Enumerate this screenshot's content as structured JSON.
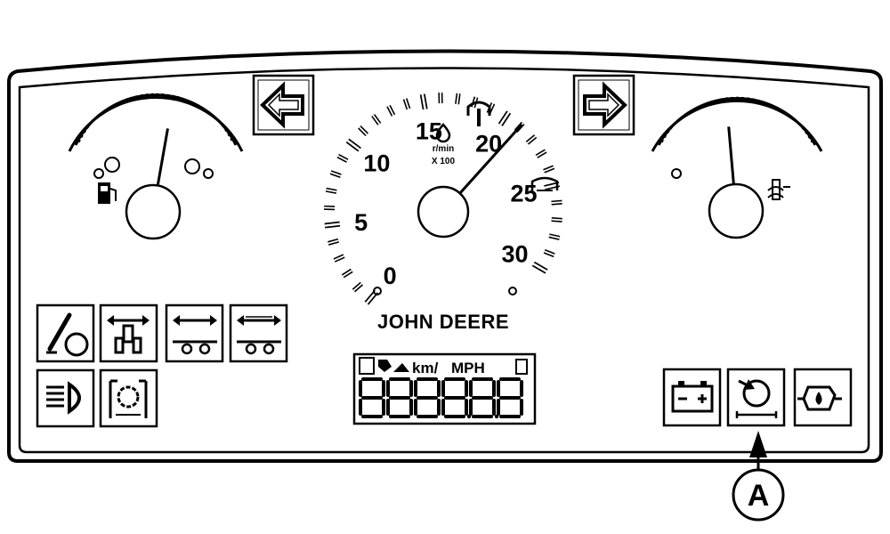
{
  "tachometer": {
    "scale_labels": [
      "0",
      "5",
      "10",
      "15",
      "20",
      "25",
      "30"
    ],
    "unit_rpm": "r/min",
    "unit_multiplier": "X 100",
    "brand": "JOHN DEERE",
    "reading": 21
  },
  "fuel_gauge": {
    "level": 0.6
  },
  "temperature_gauge": {
    "level": 0.45
  },
  "lcd": {
    "unit_km": "km/",
    "unit_mph": "MPH",
    "digits": "888888"
  },
  "callout": {
    "label": "A"
  },
  "icons": {
    "left_turn": "left-turn-arrow-icon",
    "right_turn": "right-turn-arrow-icon",
    "fuel": "fuel-pump-icon",
    "coolant": "coolant-temperature-icon",
    "parking_brake": "parking-brake-icon",
    "four_wd": "four-wheel-drive-icon",
    "trailer_1": "first-trailer-turn-icon",
    "trailer_2": "second-trailer-turn-icon",
    "high_beam": "high-beam-icon",
    "pto": "pto-icon",
    "battery": "battery-charge-icon",
    "transmission": "transmission-oil-icon",
    "oil_pressure": "engine-oil-pressure-icon"
  }
}
